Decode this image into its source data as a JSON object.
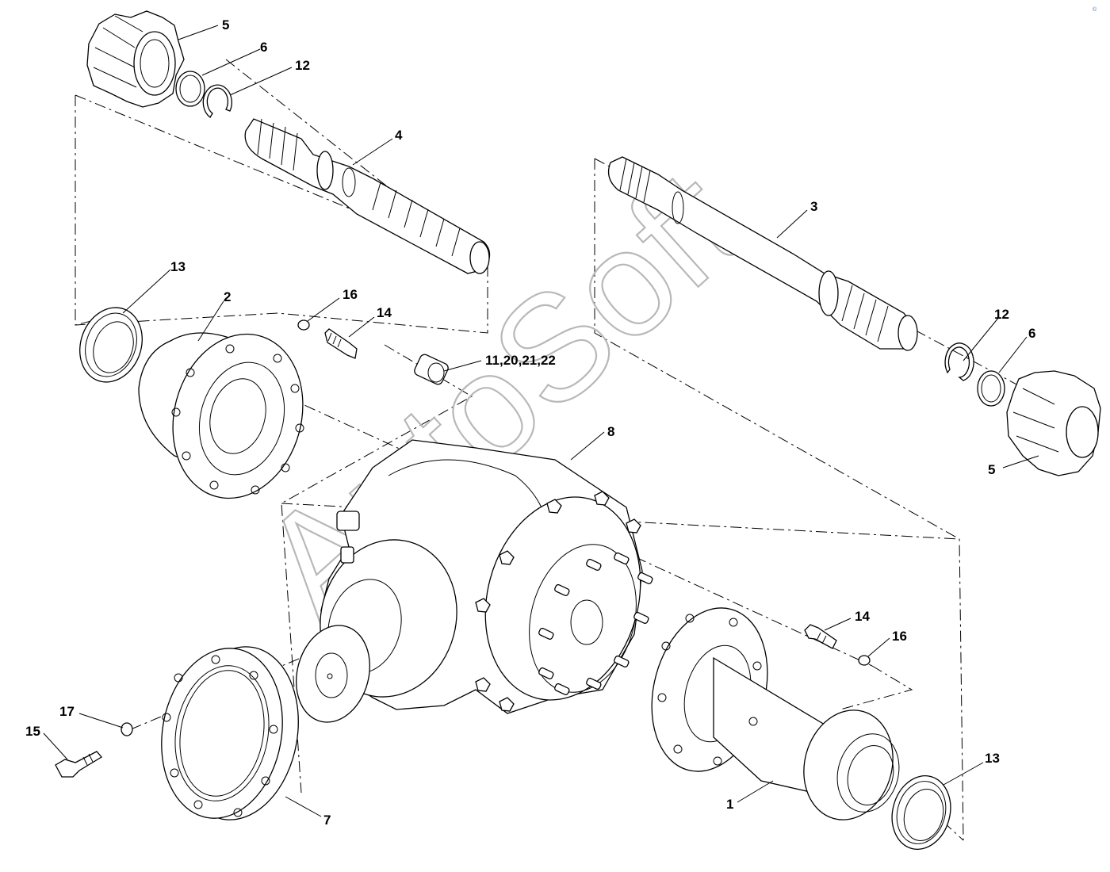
{
  "watermark": "AutoSoft",
  "corner_mark": "©",
  "labels": {
    "part_1": "1",
    "part_2": "2",
    "part_3": "3",
    "part_4": "4",
    "part_5_top": "5",
    "part_5_right": "5",
    "part_6_top": "6",
    "part_6_right": "6",
    "part_7": "7",
    "part_8": "8",
    "part_11_group": "11,20,21,22",
    "part_12_top": "12",
    "part_12_right": "12",
    "part_13_left": "13",
    "part_13_right": "13",
    "part_14_top": "14",
    "part_14_right": "14",
    "part_15": "15",
    "part_16_top": "16",
    "part_16_right": "16",
    "part_17": "17"
  }
}
